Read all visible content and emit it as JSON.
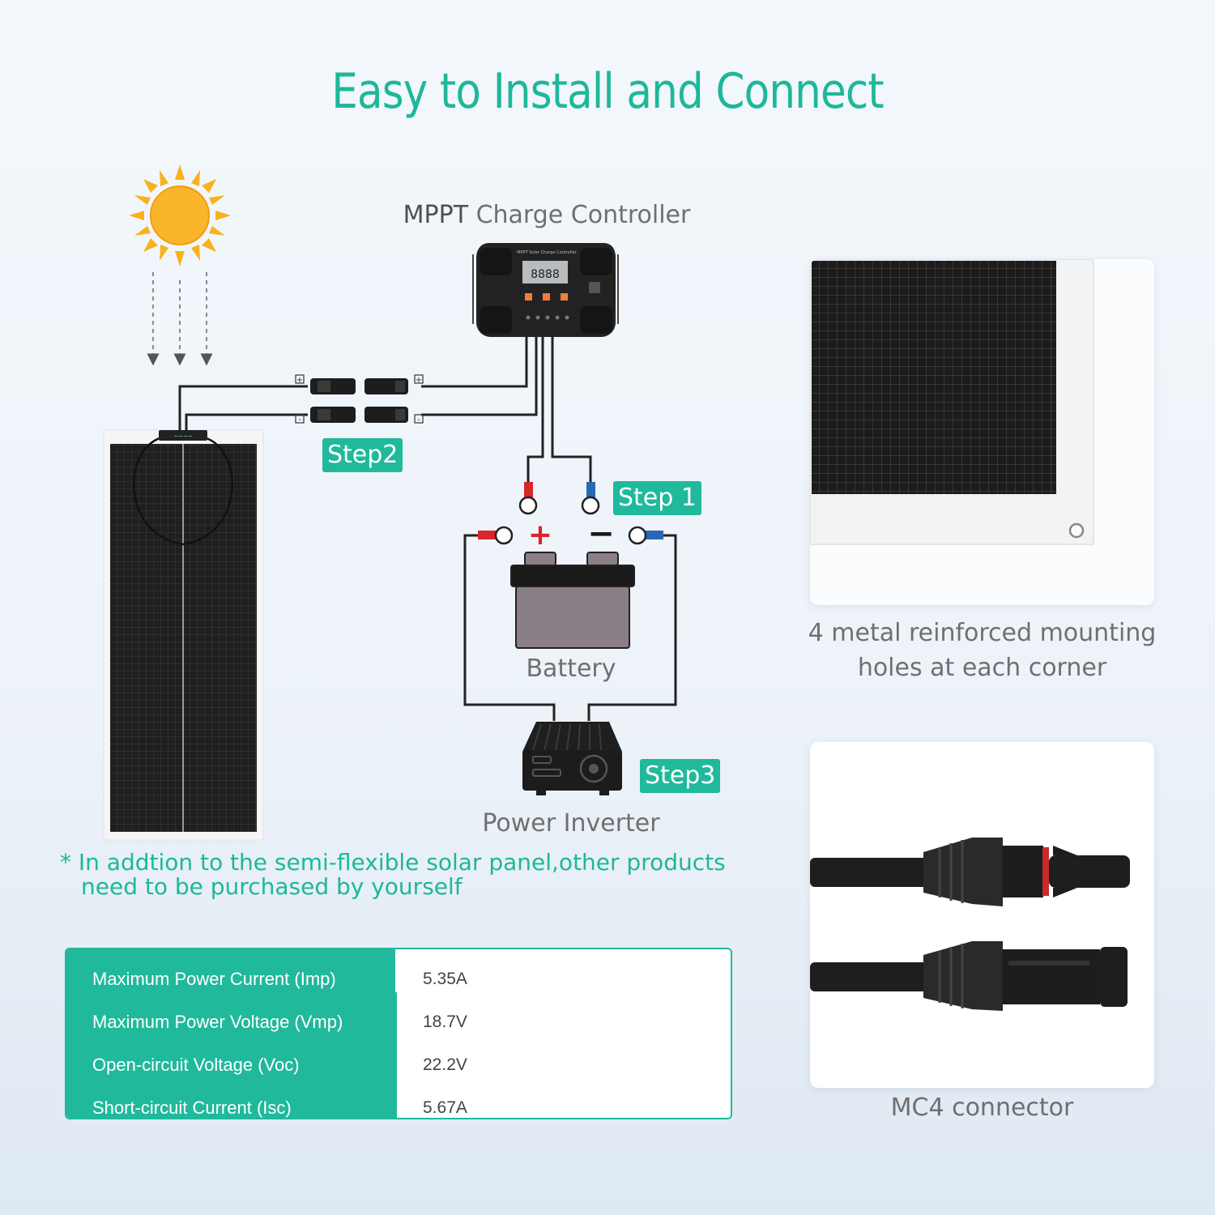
{
  "title": "Easy to Install and Connect",
  "labels": {
    "mppt_bold": "MPPT",
    "mppt_rest": " Charge Controller",
    "battery": "Battery",
    "inverter": "Power Inverter",
    "step1": "Step 1",
    "step2": "Step2",
    "step3": "Step3",
    "plus_sign": "+",
    "minus_sign": "−"
  },
  "note": {
    "line1": "* In addtion to the semi-flexible solar panel,other products",
    "line2": "need to be purchased by yourself"
  },
  "specs": [
    {
      "label": "Maximum Power Current (Imp)",
      "value": "5.35A"
    },
    {
      "label": "Maximum Power Voltage (Vmp)",
      "value": "18.7V"
    },
    {
      "label": "Open-circuit Voltage (Voc)",
      "value": "22.2V"
    },
    {
      "label": "Short-circuit Current (Isc)",
      "value": "5.67A"
    }
  ],
  "captions": {
    "mounting_line1": "4 metal reinforced mounting",
    "mounting_line2": "holes at each corner",
    "mc4": "MC4 connector"
  },
  "colors": {
    "accent": "#20b99c",
    "sun": "#f8b21c",
    "positive": "#d8262b",
    "negative": "#2a67b6",
    "panel": "#242424"
  }
}
